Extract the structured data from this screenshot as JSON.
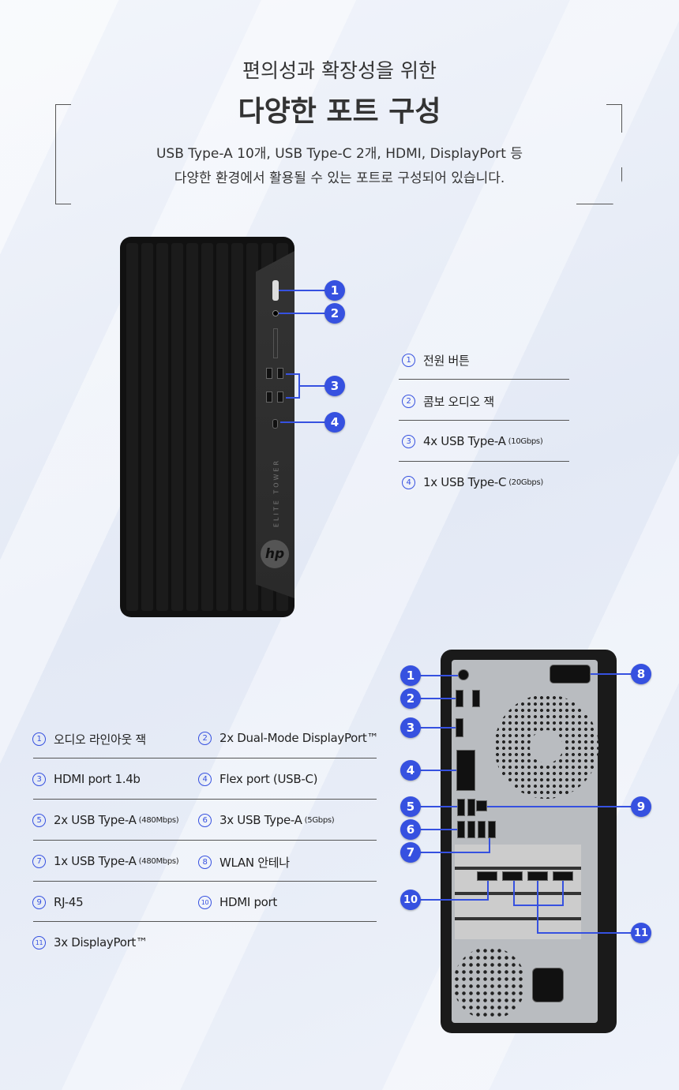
{
  "header": {
    "subtitle": "편의성과 확장성을 위한",
    "title": "다양한 포트 구성",
    "desc_line1": "USB Type-A 10개, USB Type-C 2개, HDMI, DisplayPort 등",
    "desc_line2": "다양한 환경에서 활용될 수 있는 포트로 구성되어 있습니다."
  },
  "front": {
    "brand": "hp",
    "model_label": "ELITE TOWER",
    "items": [
      {
        "num": "1",
        "label": "전원 버튼",
        "note": ""
      },
      {
        "num": "2",
        "label": "콤보 오디오 잭",
        "note": ""
      },
      {
        "num": "3",
        "label": "4x USB Type-A",
        "note": "(10Gbps)"
      },
      {
        "num": "4",
        "label": "1x USB Type-C",
        "note": "(20Gbps)"
      }
    ]
  },
  "rear": {
    "items": [
      {
        "num": "1",
        "label": "오디오 라인아웃 잭",
        "note": ""
      },
      {
        "num": "2",
        "label": "2x Dual-Mode DisplayPort™",
        "note": ""
      },
      {
        "num": "3",
        "label": "HDMI port 1.4b",
        "note": ""
      },
      {
        "num": "4",
        "label": "Flex port (USB-C)",
        "note": ""
      },
      {
        "num": "5",
        "label": "2x USB Type-A",
        "note": "(480Mbps)"
      },
      {
        "num": "6",
        "label": "3x USB Type-A",
        "note": "(5Gbps)"
      },
      {
        "num": "7",
        "label": "1x USB Type-A",
        "note": "(480Mbps)"
      },
      {
        "num": "8",
        "label": "WLAN 안테나",
        "note": ""
      },
      {
        "num": "9",
        "label": "RJ-45",
        "note": ""
      },
      {
        "num": "10",
        "label": "HDMI port",
        "note": ""
      },
      {
        "num": "11",
        "label": "3x DisplayPort™",
        "note": ""
      }
    ]
  },
  "badges": {
    "front": [
      "1",
      "2",
      "3",
      "4"
    ],
    "rear_left": [
      "1",
      "2",
      "3",
      "4",
      "5",
      "6",
      "7",
      "10"
    ],
    "rear_right": [
      "8",
      "9",
      "11"
    ]
  },
  "accent": "#3651e0"
}
